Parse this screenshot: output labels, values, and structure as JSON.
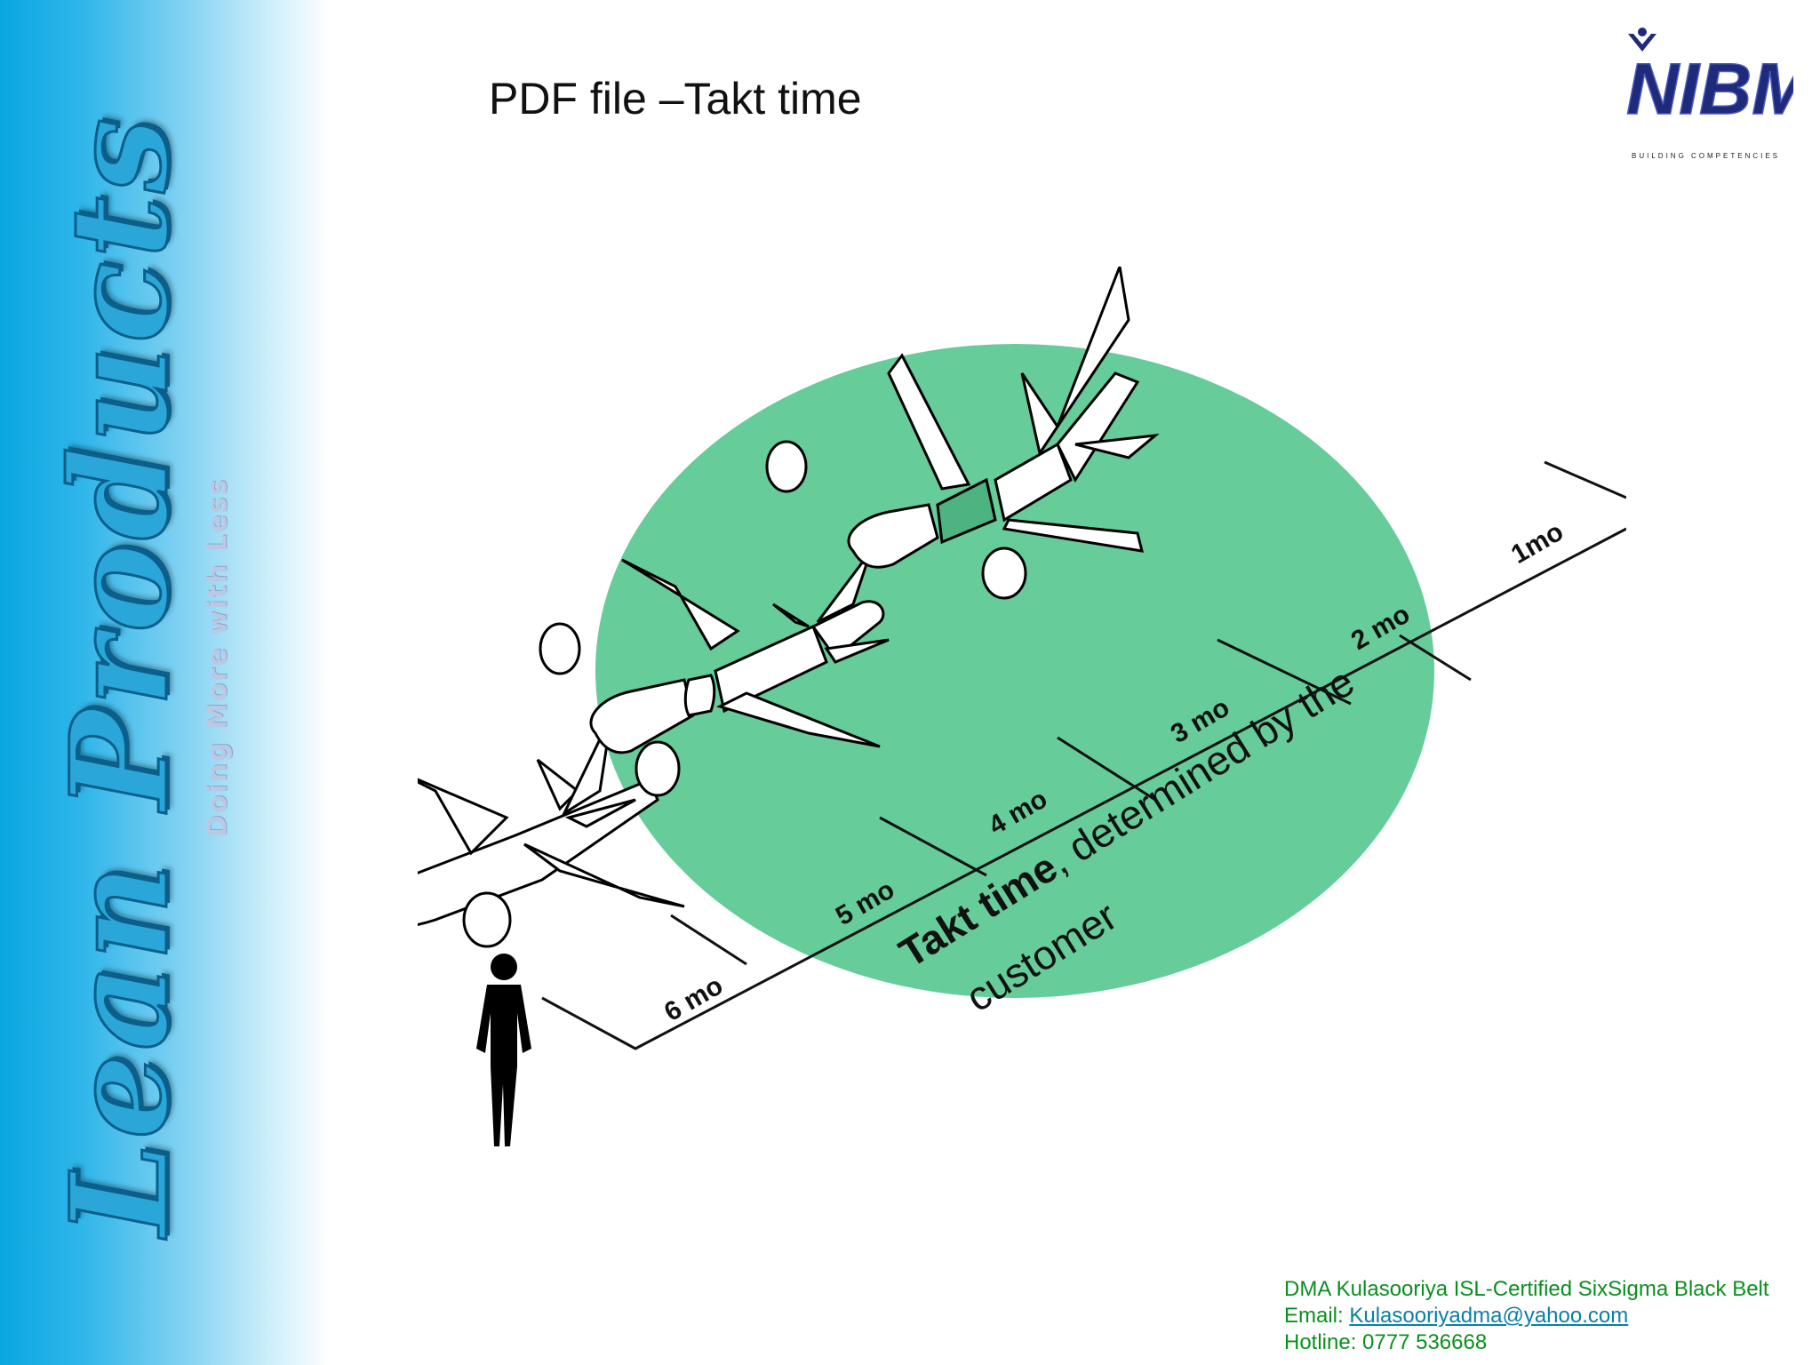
{
  "sidebar": {
    "brand_title": "Lean Products",
    "tagline": "Doing More with Less"
  },
  "slide": {
    "title": "PDF file –Takt time"
  },
  "logo": {
    "name": "NIBM",
    "subtitle": "BUILDING COMPETENCIES"
  },
  "diagram": {
    "timeline_labels": [
      "6 mo",
      "5 mo",
      "4 mo",
      "3 mo",
      "2 mo",
      "1mo"
    ],
    "takt_bold": "Takt time",
    "takt_rest": ", determined by the",
    "takt_line2": "customer"
  },
  "footer": {
    "line1": "DMA Kulasooriya ISL-Certified SixSigma Black Belt",
    "email_label": "Email: ",
    "email": "Kulasooriyadma@yahoo.com",
    "hotline": "Hotline: 0777 536668"
  },
  "colors": {
    "sidebar_blue": "#0aa6e0",
    "ellipse_green": "#66cc99",
    "footer_green": "#0a8f1f",
    "logo_navy": "#1f2a7a"
  }
}
